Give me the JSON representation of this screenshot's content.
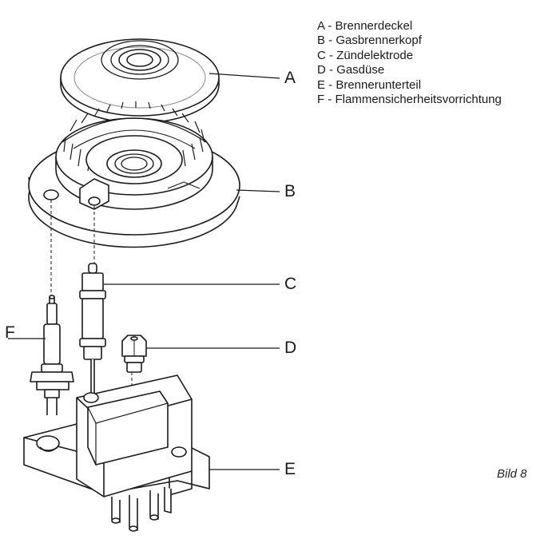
{
  "legend": [
    "A - Brennerdeckel",
    "B - Gasbrennerkopf",
    "C - Zündelektrode",
    "D - Gasdüse",
    "E - Brennerunterteil",
    "F - Flammensicherheitsvorrichtung"
  ],
  "callouts": {
    "a": "A",
    "b": "B",
    "c": "C",
    "d": "D",
    "e": "E",
    "f": "F"
  },
  "caption": "Bild 8",
  "colors": {
    "line": "#1a1a1a",
    "fill": "#ffffff",
    "shade": "#d9d9d9"
  }
}
